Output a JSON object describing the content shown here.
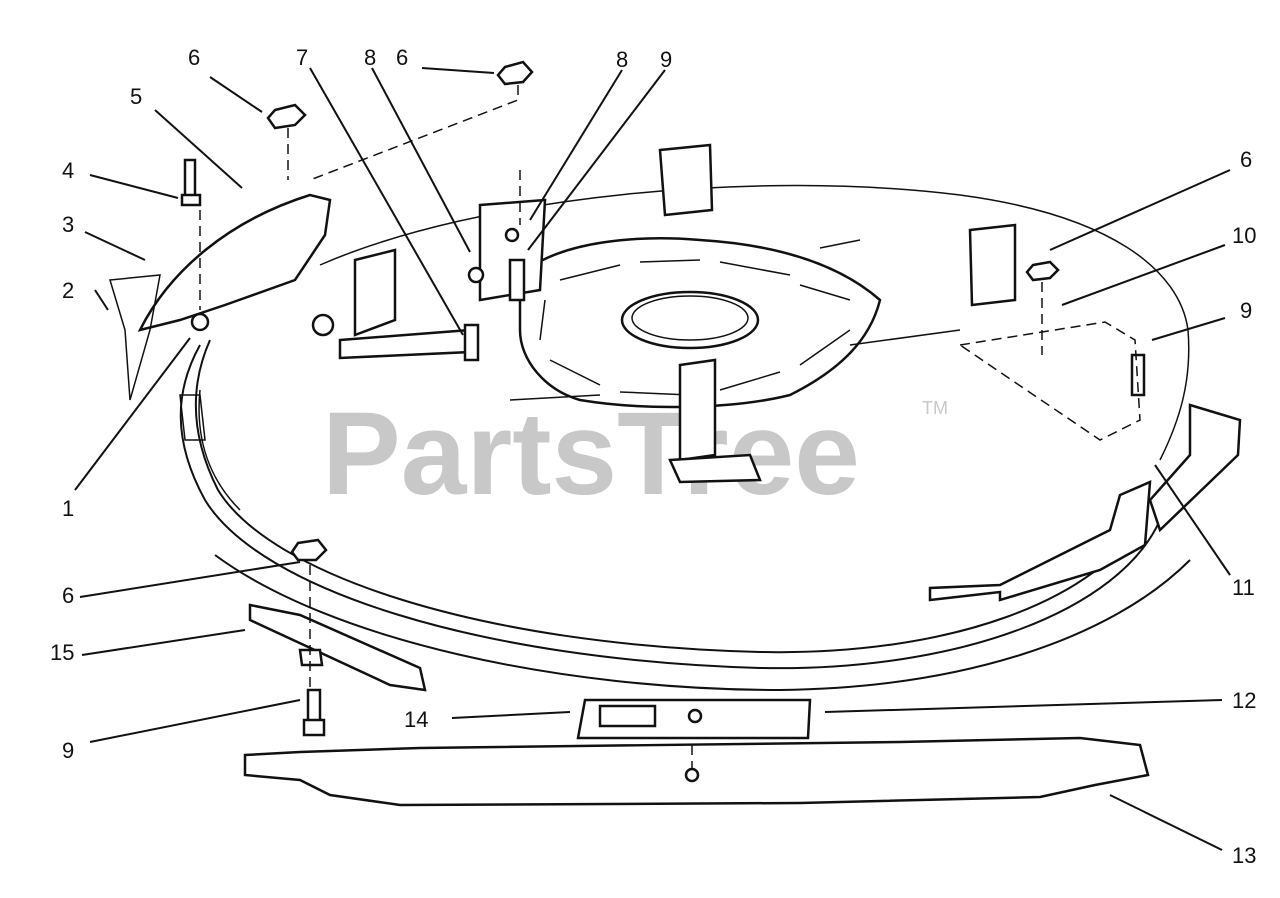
{
  "watermark": {
    "text": "PartsTree",
    "tm": "TM"
  },
  "callouts": {
    "c1": "1",
    "c2": "2",
    "c3": "3",
    "c4": "4",
    "c5": "5",
    "c6a": "6",
    "c6b": "6",
    "c6c": "6",
    "c6d": "6",
    "c7": "7",
    "c8a": "8",
    "c8b": "8",
    "c9a": "9",
    "c9b": "9",
    "c9c": "9",
    "c10": "10",
    "c11": "11",
    "c12": "12",
    "c13": "13",
    "c14": "14",
    "c15": "15"
  }
}
